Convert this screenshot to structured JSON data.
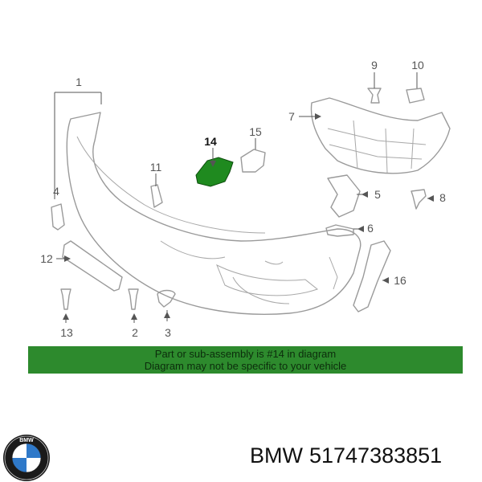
{
  "callouts": {
    "c1": "1",
    "c2": "2",
    "c3": "3",
    "c4": "4",
    "c5": "5",
    "c6": "6",
    "c7": "7",
    "c8": "8",
    "c9": "9",
    "c10": "10",
    "c11": "11",
    "c12": "12",
    "c13": "13",
    "c14": "14",
    "c15": "15",
    "c16": "16"
  },
  "highlighted_part": "14",
  "colors": {
    "highlight": "#1f8a1f",
    "banner": "#2d8a2d",
    "line_art": "#9a9a9a"
  },
  "banner": {
    "line1": "Part or sub-assembly is #14 in diagram",
    "line2": "Diagram may not be specific to your vehicle"
  },
  "footer": {
    "logo_text": "BMW",
    "brand": "BMW",
    "part_number": "51747383851"
  }
}
